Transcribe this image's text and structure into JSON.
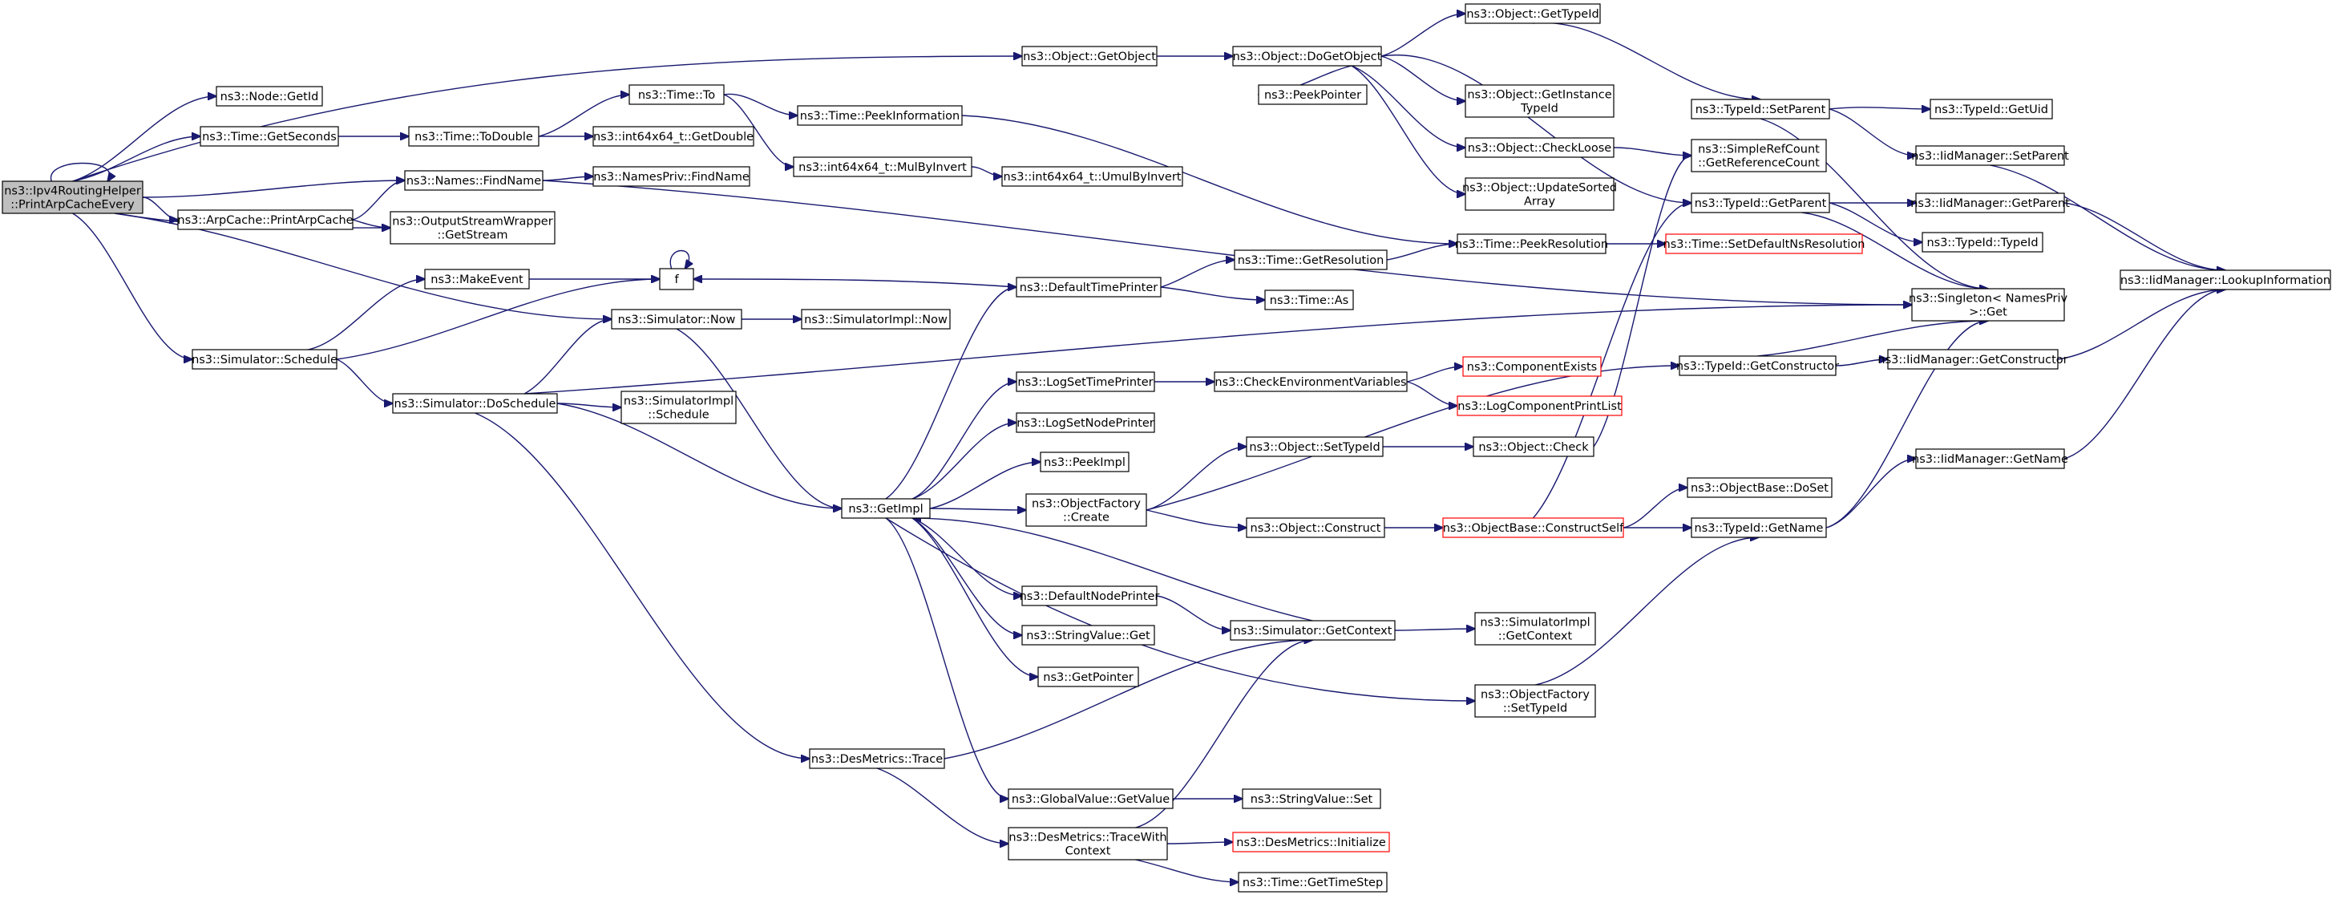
{
  "diagram": {
    "kind": "doxygen-call-graph",
    "colors": {
      "edge": "#191970",
      "root_fill": "#bfbfbf",
      "node_border": "#000000",
      "truncated_border": "#ff0000",
      "background": "#ffffff"
    },
    "nodes": [
      {
        "id": "root",
        "lines": [
          "ns3::Ipv4RoutingHelper",
          "::PrintArpCacheEvery"
        ],
        "root": true
      },
      {
        "id": "getobject",
        "lines": [
          "ns3::Object::GetObject"
        ]
      },
      {
        "id": "dogetobject",
        "lines": [
          "ns3::Object::DoGetObject"
        ]
      },
      {
        "id": "objgettypeid",
        "lines": [
          "ns3::Object::GetTypeId"
        ]
      },
      {
        "id": "peekpointer",
        "lines": [
          "ns3::PeekPointer"
        ]
      },
      {
        "id": "getinstancetypeid",
        "lines": [
          "ns3::Object::GetInstance",
          "TypeId"
        ]
      },
      {
        "id": "checkloose",
        "lines": [
          "ns3::Object::CheckLoose"
        ]
      },
      {
        "id": "updatesortedarray",
        "lines": [
          "ns3::Object::UpdateSorted",
          "Array"
        ]
      },
      {
        "id": "nodegetid",
        "lines": [
          "ns3::Node::GetId"
        ]
      },
      {
        "id": "gettseconds",
        "lines": [
          "ns3::Time::GetSeconds"
        ]
      },
      {
        "id": "todouble",
        "lines": [
          "ns3::Time::ToDouble"
        ]
      },
      {
        "id": "timeto",
        "lines": [
          "ns3::Time::To"
        ]
      },
      {
        "id": "peekinformation",
        "lines": [
          "ns3::Time::PeekInformation"
        ]
      },
      {
        "id": "int64getdouble",
        "lines": [
          "ns3::int64x64_t::GetDouble"
        ]
      },
      {
        "id": "mulbyinvert",
        "lines": [
          "ns3::int64x64_t::MulByInvert"
        ]
      },
      {
        "id": "umulbyinvert",
        "lines": [
          "ns3::int64x64_t::UmulByInvert"
        ]
      },
      {
        "id": "findname",
        "lines": [
          "ns3::Names::FindName"
        ]
      },
      {
        "id": "namesprivfindname",
        "lines": [
          "ns3::NamesPriv::FindName"
        ]
      },
      {
        "id": "arpprint",
        "lines": [
          "ns3::ArpCache::PrintArpCache"
        ]
      },
      {
        "id": "getstream",
        "lines": [
          "ns3::OutputStreamWrapper",
          "::GetStream"
        ]
      },
      {
        "id": "makeevent",
        "lines": [
          "ns3::MakeEvent"
        ]
      },
      {
        "id": "f",
        "lines": [
          "f"
        ]
      },
      {
        "id": "simnow",
        "lines": [
          "ns3::Simulator::Now"
        ]
      },
      {
        "id": "simimplnow",
        "lines": [
          "ns3::SimulatorImpl::Now"
        ]
      },
      {
        "id": "schedule",
        "lines": [
          "ns3::Simulator::Schedule"
        ]
      },
      {
        "id": "doschedule",
        "lines": [
          "ns3::Simulator::DoSchedule"
        ]
      },
      {
        "id": "simimplschedule",
        "lines": [
          "ns3::SimulatorImpl",
          "::Schedule"
        ]
      },
      {
        "id": "getimpl",
        "lines": [
          "ns3::GetImpl"
        ]
      },
      {
        "id": "dmtrace",
        "lines": [
          "ns3::DesMetrics::Trace"
        ]
      },
      {
        "id": "defaulttimeprinter",
        "lines": [
          "ns3::DefaultTimePrinter"
        ]
      },
      {
        "id": "getresolution",
        "lines": [
          "ns3::Time::GetResolution"
        ]
      },
      {
        "id": "timeas",
        "lines": [
          "ns3::Time::As"
        ]
      },
      {
        "id": "peekresolution",
        "lines": [
          "ns3::Time::PeekResolution"
        ]
      },
      {
        "id": "setdefaultnsres",
        "lines": [
          "ns3::Time::SetDefaultNsResolution"
        ],
        "truncated": true
      },
      {
        "id": "logsettimeprinter",
        "lines": [
          "ns3::LogSetTimePrinter"
        ]
      },
      {
        "id": "checkenv",
        "lines": [
          "ns3::CheckEnvironmentVariables"
        ]
      },
      {
        "id": "componentexists",
        "lines": [
          "ns3::ComponentExists"
        ],
        "truncated": true
      },
      {
        "id": "logcomponentprintlist",
        "lines": [
          "ns3::LogComponentPrintList"
        ],
        "truncated": true
      },
      {
        "id": "logsetnodeprinter",
        "lines": [
          "ns3::LogSetNodePrinter"
        ]
      },
      {
        "id": "peekimpl",
        "lines": [
          "ns3::PeekImpl"
        ]
      },
      {
        "id": "objfactorycreate",
        "lines": [
          "ns3::ObjectFactory",
          "::Create"
        ]
      },
      {
        "id": "objsettypeid",
        "lines": [
          "ns3::Object::SetTypeId"
        ]
      },
      {
        "id": "objcheck",
        "lines": [
          "ns3::Object::Check"
        ]
      },
      {
        "id": "objconstruct",
        "lines": [
          "ns3::Object::Construct"
        ]
      },
      {
        "id": "constructself",
        "lines": [
          "ns3::ObjectBase::ConstructSelf"
        ],
        "truncated": true
      },
      {
        "id": "objectbasedoset",
        "lines": [
          "ns3::ObjectBase::DoSet"
        ]
      },
      {
        "id": "typeidgetname",
        "lines": [
          "ns3::TypeId::GetName"
        ]
      },
      {
        "id": "defaultnodeprinter",
        "lines": [
          "ns3::DefaultNodePrinter"
        ]
      },
      {
        "id": "getcontext",
        "lines": [
          "ns3::Simulator::GetContext"
        ]
      },
      {
        "id": "simimplgetcontext",
        "lines": [
          "ns3::SimulatorImpl",
          "::GetContext"
        ]
      },
      {
        "id": "stringvalueget",
        "lines": [
          "ns3::StringValue::Get"
        ]
      },
      {
        "id": "getpointer",
        "lines": [
          "ns3::GetPointer"
        ]
      },
      {
        "id": "factorysettypeid",
        "lines": [
          "ns3::ObjectFactory",
          "::SetTypeId"
        ]
      },
      {
        "id": "globalvaluegetvalue",
        "lines": [
          "ns3::GlobalValue::GetValue"
        ]
      },
      {
        "id": "stringvalueset",
        "lines": [
          "ns3::StringValue::Set"
        ]
      },
      {
        "id": "tracewithcontext",
        "lines": [
          "ns3::DesMetrics::TraceWith",
          "Context"
        ]
      },
      {
        "id": "dminitialize",
        "lines": [
          "ns3::DesMetrics::Initialize"
        ],
        "truncated": true
      },
      {
        "id": "gettimestep",
        "lines": [
          "ns3::Time::GetTimeStep"
        ]
      },
      {
        "id": "typeidsetparent",
        "lines": [
          "ns3::TypeId::SetParent"
        ]
      },
      {
        "id": "typeidgetuid",
        "lines": [
          "ns3::TypeId::GetUid"
        ]
      },
      {
        "id": "iidsetparent",
        "lines": [
          "ns3::IidManager::SetParent"
        ]
      },
      {
        "id": "getreferencecount",
        "lines": [
          "ns3::SimpleRefCount",
          "::GetReferenceCount"
        ]
      },
      {
        "id": "typeidgetparent",
        "lines": [
          "ns3::TypeId::GetParent"
        ]
      },
      {
        "id": "iidgetparent",
        "lines": [
          "ns3::IidManager::GetParent"
        ]
      },
      {
        "id": "typeidtypeid",
        "lines": [
          "ns3::TypeId::TypeId"
        ]
      },
      {
        "id": "singletonget",
        "lines": [
          "ns3::Singleton< NamesPriv",
          ">::Get"
        ]
      },
      {
        "id": "lookupinformation",
        "lines": [
          "ns3::IidManager::LookupInformation"
        ]
      },
      {
        "id": "typeidgetconstructor",
        "lines": [
          "ns3::TypeId::GetConstructor"
        ]
      },
      {
        "id": "iidgetconstructor",
        "lines": [
          "ns3::IidManager::GetConstructor"
        ]
      },
      {
        "id": "iidgetname",
        "lines": [
          "ns3::IidManager::GetName"
        ]
      }
    ]
  }
}
